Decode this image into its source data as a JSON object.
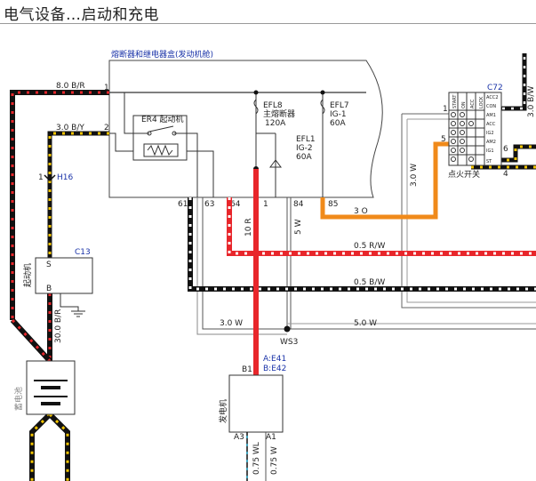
{
  "header": {
    "title": "电气设备…启动和充电"
  },
  "fuse_box": {
    "title": "熔断器和继电器盒(发动机舱)",
    "pins": {
      "p1": "1",
      "p2": "2",
      "p61": "61",
      "p63": "63",
      "p64": "64",
      "p1b": "1",
      "p84": "84",
      "p85": "85"
    },
    "relay": {
      "name": "ER4 起动机"
    },
    "fuses": [
      {
        "id": "EFL8",
        "desc": "主熔断器",
        "rating": "120A"
      },
      {
        "id": "EFL7",
        "desc": "IG-1",
        "rating": "60A"
      },
      {
        "id": "EFL1",
        "desc": "IG-2",
        "rating": "60A"
      }
    ]
  },
  "starter": {
    "label": "起动机",
    "connector": "C13",
    "pin_s": "S",
    "pin_b": "B"
  },
  "battery": {
    "label": "蓄电池"
  },
  "ignition_switch": {
    "label": "点火开关",
    "connector": "C72",
    "columns": [
      "START",
      "ON",
      "ACC",
      "LOCK"
    ],
    "rows": [
      "ACC2",
      "CON",
      "AM1",
      "ACC",
      "IG2",
      "AM2",
      "IG1",
      "ST"
    ],
    "pins": {
      "p1": "1",
      "p5": "5",
      "p6": "6",
      "p4": "4"
    }
  },
  "alternator": {
    "label": "发电机",
    "pin_b1": "B1",
    "pin_a3": "A3",
    "pin_a1": "A1",
    "conn_a": "A:E41",
    "conn_b": "B:E42"
  },
  "wires": {
    "w_8br": "8.0 B/R",
    "w_3by": "3.0 B/Y",
    "w_30br": "30.0 B/R",
    "w_10r": "10 R",
    "w_5w": "5 W",
    "w_3o": "3 O",
    "w_05rw": "0.5 R/W",
    "w_05bw": "0.5 B/W",
    "w_30w_h": "3.0 W",
    "w_50w": "5.0 W",
    "w_30w_v": "3.0 W",
    "w_30bw": "3.0 B/W",
    "w_075wl": "0.75 WL",
    "w_075w": "0.75 W"
  },
  "connectors": {
    "h16": "H16",
    "h16_pin": "1",
    "ws3": "WS3"
  },
  "colors": {
    "red": "#e8262b",
    "orange": "#f08a1a",
    "black": "#111111",
    "yellow": "#f2c400",
    "blue_label": "#1a33a8"
  }
}
